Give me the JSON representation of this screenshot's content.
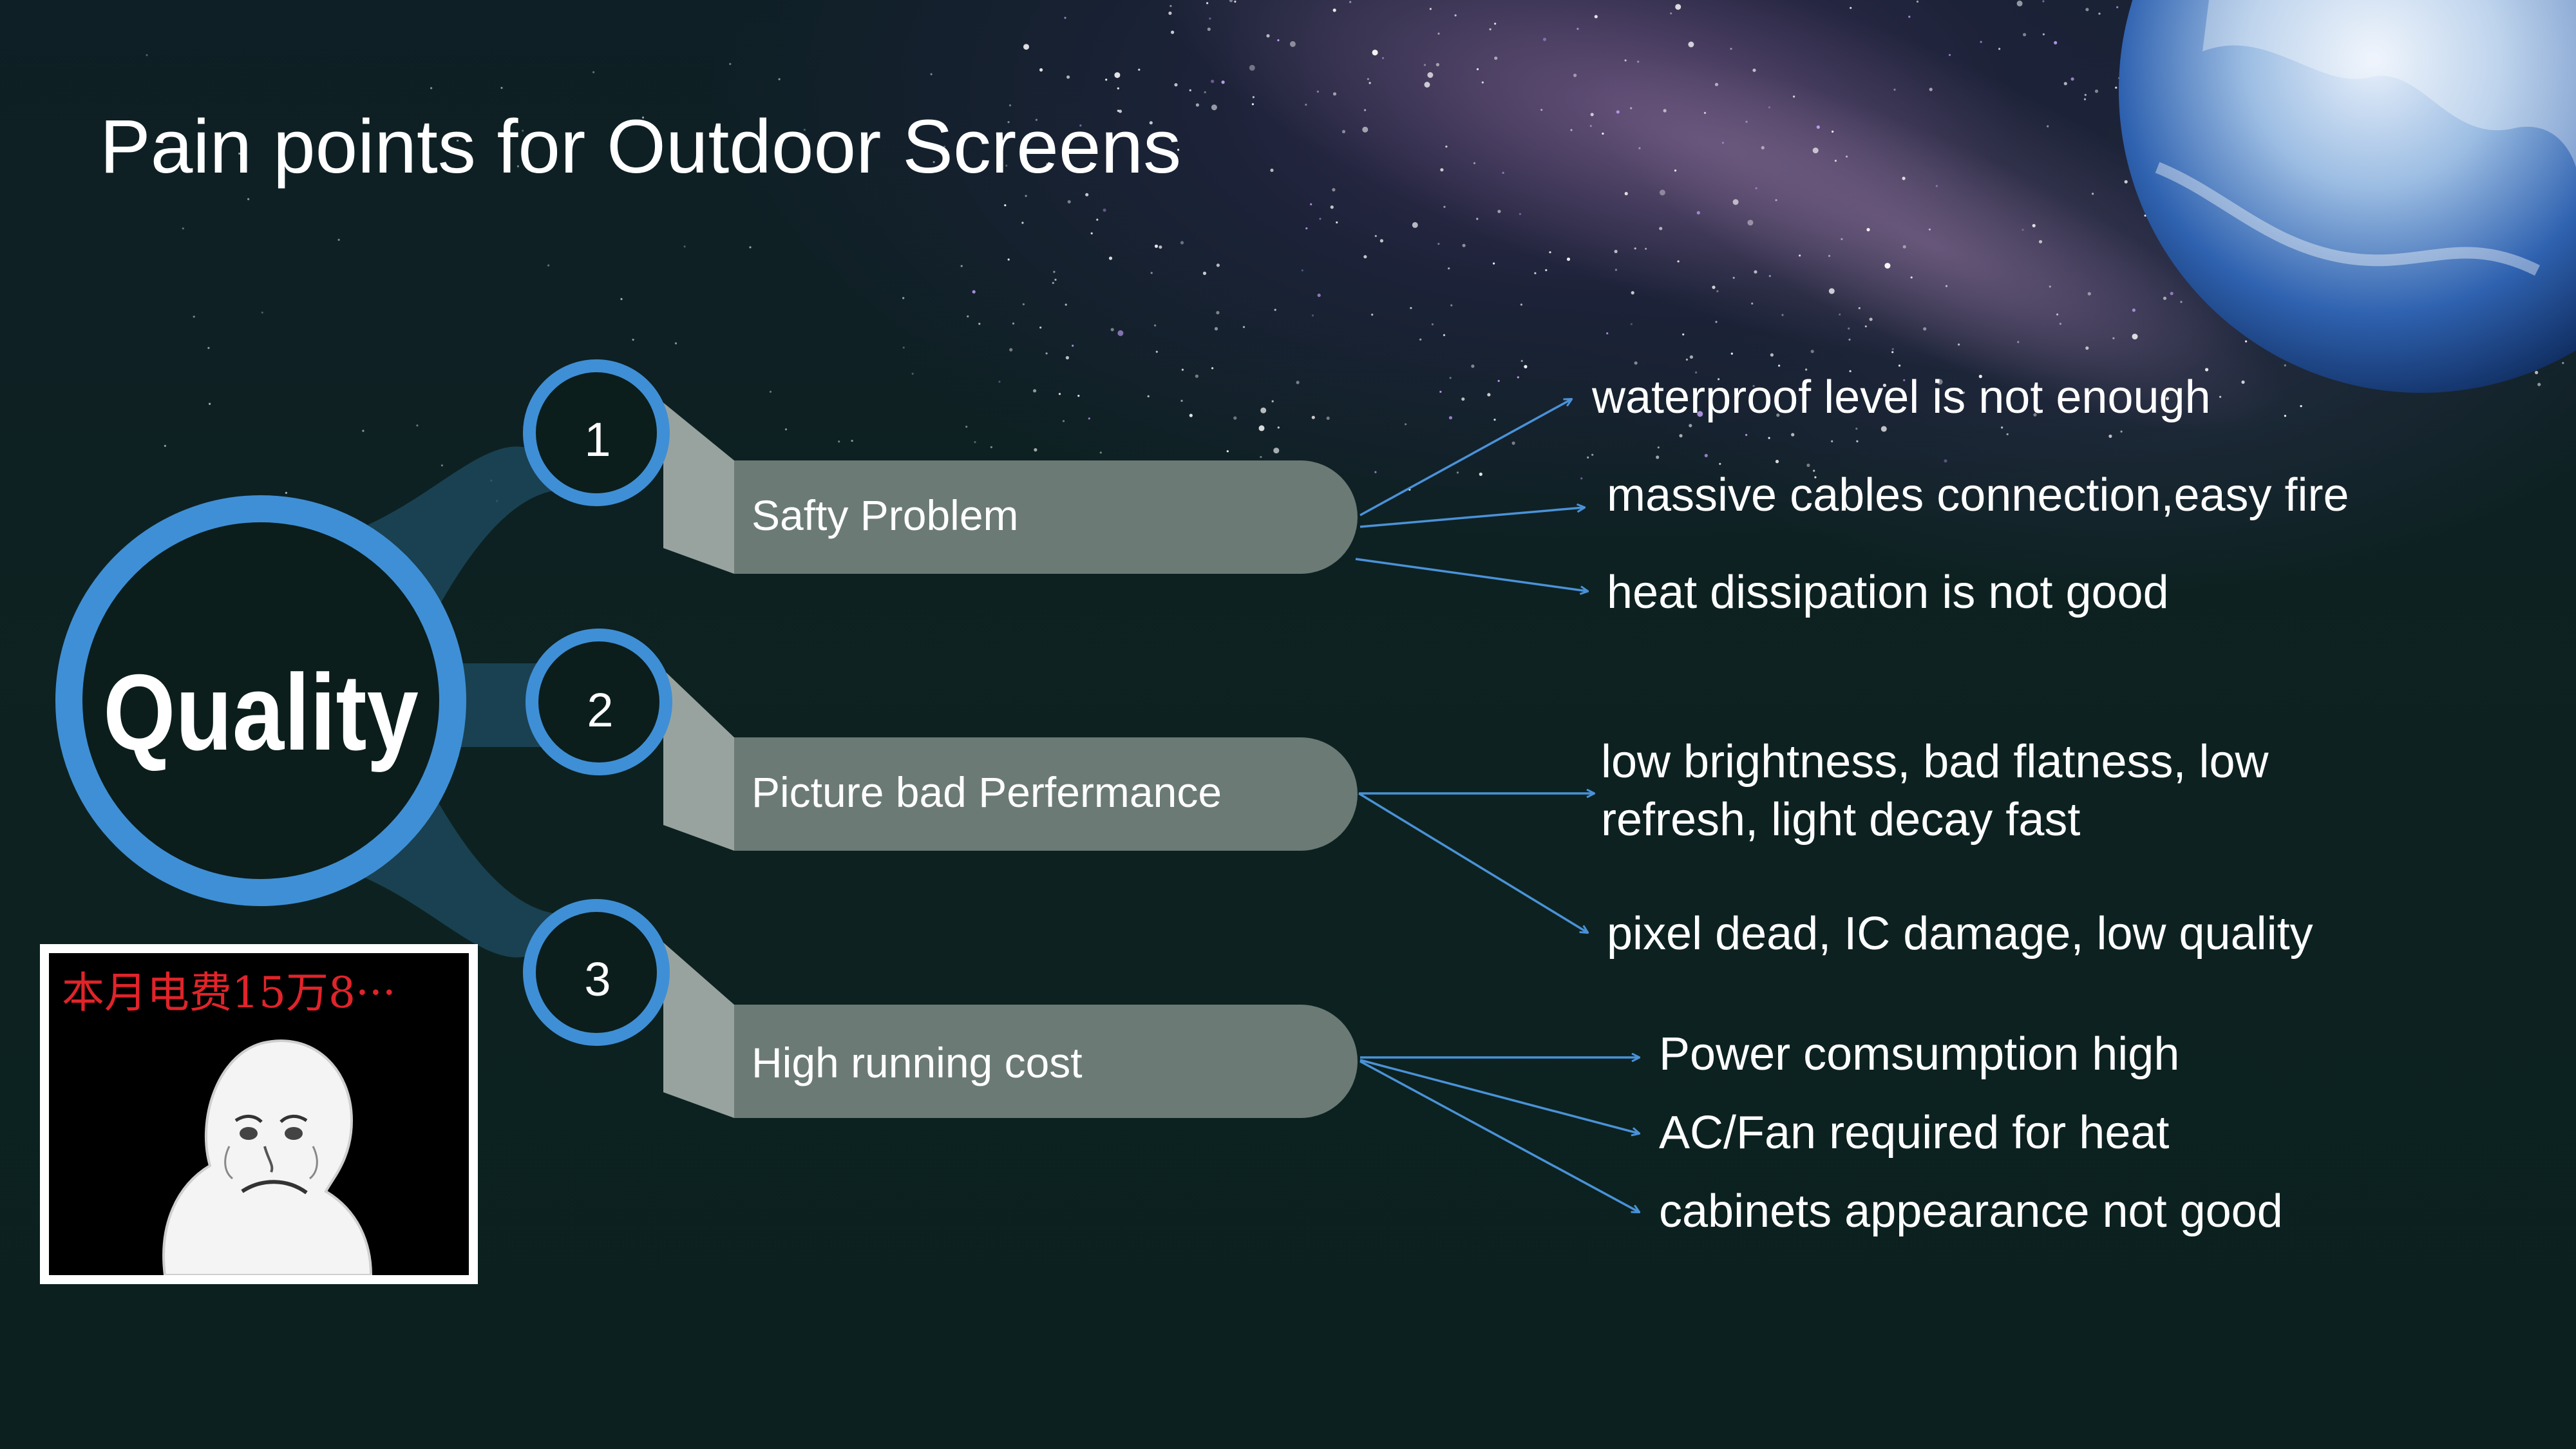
{
  "title": "Pain points for Outdoor Screens",
  "center": {
    "label": "Quality",
    "accent": "#3f8fd6"
  },
  "branches": [
    {
      "number": "1",
      "label": "Safty Problem",
      "points": [
        "waterproof level is not enough",
        "massive cables connection,easy fire",
        "heat dissipation is not good"
      ]
    },
    {
      "number": "2",
      "label": "Picture bad Perfermance",
      "points": [
        "low brightness, bad flatness, low refresh, light decay fast",
        "pixel dead, IC damage, low quality"
      ]
    },
    {
      "number": "3",
      "label": "High running cost",
      "points": [
        "Power comsumption high",
        "AC/Fan required for heat",
        "cabinets appearance not good"
      ]
    }
  ],
  "meme": {
    "caption": "本月电费15万8···",
    "icon": "sad-face-meme-icon"
  },
  "colors": {
    "accent": "#3f8fd6",
    "bar": "#6b7a75",
    "bar_side": "#98a39f",
    "arrow": "#4a92d8"
  }
}
